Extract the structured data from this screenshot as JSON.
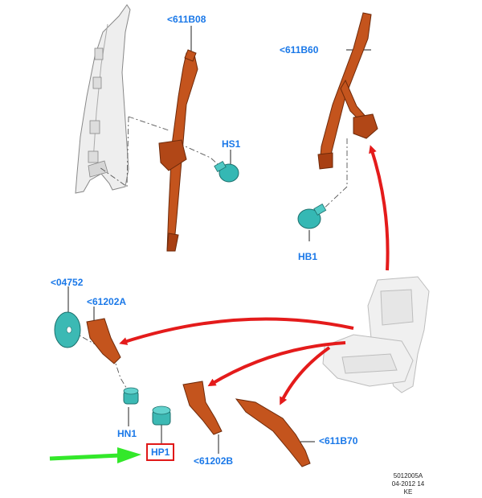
{
  "callouts": {
    "c611B08": "<611B08",
    "c611B60": "<611B60",
    "HS1": "HS1",
    "HB1": "HB1",
    "c04752": "<04752",
    "c61202A": "<61202A",
    "HN1": "HN1",
    "HP1": "HP1",
    "c61202B": "<61202B",
    "c611B70": "<611B70"
  },
  "highlighted_callout": "HP1",
  "colors": {
    "label": "#1a78e8",
    "belt_parts": "#c4541d",
    "fasteners": "#35b8b4",
    "reference_arrows": "#e41b1b",
    "highlight_arrow": "#33e82a",
    "selection_box": "#e01818"
  },
  "footer": {
    "code": "5012005A",
    "date": "04-2012 14",
    "suffix": "KE"
  }
}
